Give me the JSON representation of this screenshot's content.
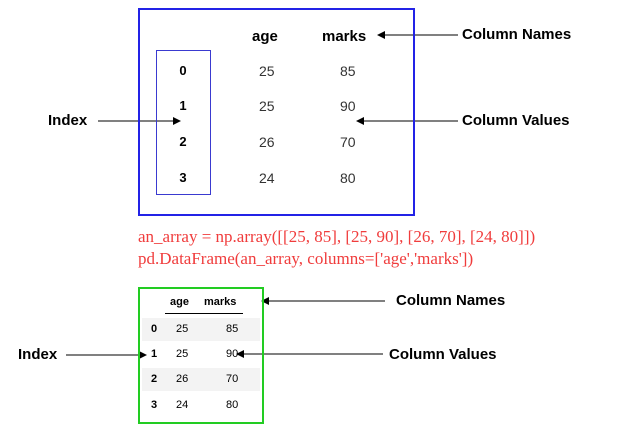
{
  "top_table": {
    "columns": [
      "age",
      "marks"
    ],
    "index": [
      "0",
      "1",
      "2",
      "3"
    ],
    "rows": [
      [
        "25",
        "85"
      ],
      [
        "25",
        "90"
      ],
      [
        "26",
        "70"
      ],
      [
        "24",
        "80"
      ]
    ]
  },
  "labels": {
    "column_names": "Column Names",
    "column_values": "Column Values",
    "index": "Index"
  },
  "code": {
    "line1": "an_array = np.array([[25, 85], [25, 90], [26, 70], [24, 80]])",
    "line2": "pd.DataFrame(an_array, columns=['age','marks'])"
  },
  "bottom_table": {
    "columns": [
      "age",
      "marks"
    ],
    "index": [
      "0",
      "1",
      "2",
      "3"
    ],
    "rows": [
      [
        "25",
        "85"
      ],
      [
        "25",
        "90"
      ],
      [
        "26",
        "70"
      ],
      [
        "24",
        "80"
      ]
    ]
  },
  "colors": {
    "top_border": "#2323e6",
    "bottom_border": "#22cc22",
    "code_text": "#f03c3c"
  }
}
